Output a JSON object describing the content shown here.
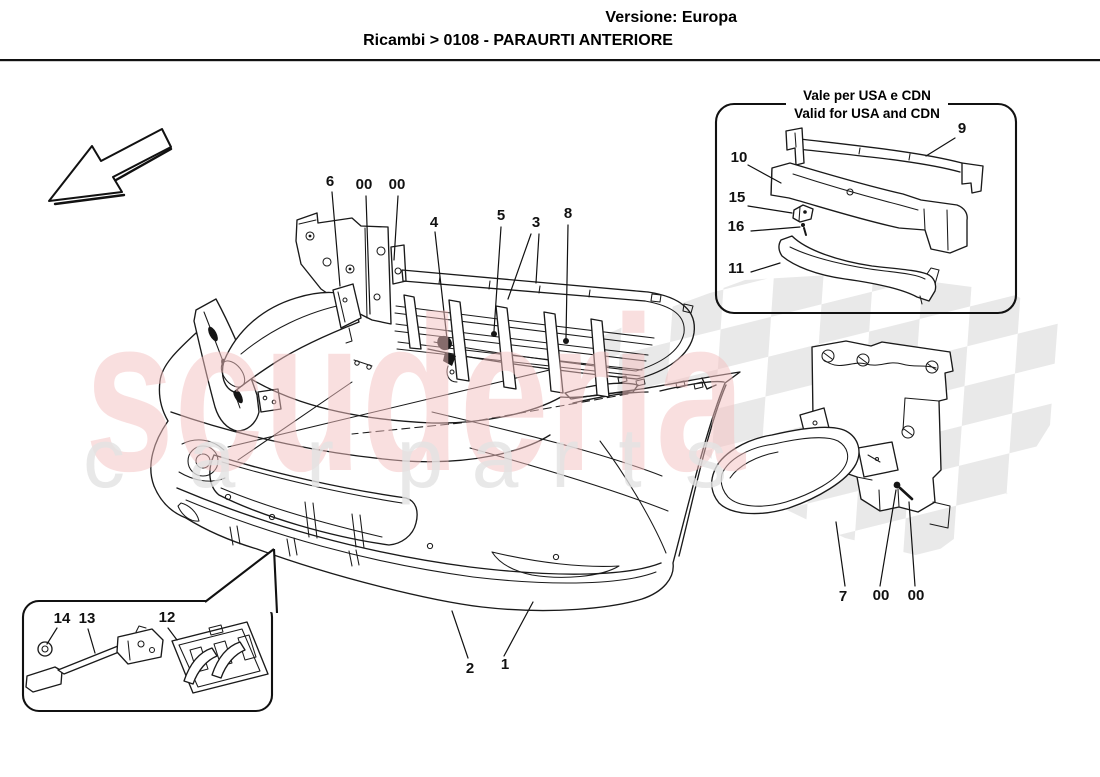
{
  "header": {
    "version": "Versione: Europa",
    "breadcrumb": "Ricambi > 0108 - PARAURTI ANTERIORE"
  },
  "inset_usa": {
    "title_it": "Vale per USA e CDN",
    "title_en": "Valid for USA and CDN"
  },
  "callouts": [
    "6",
    "00",
    "00",
    "4",
    "5",
    "3",
    "8",
    "9",
    "10",
    "15",
    "16",
    "11",
    "7",
    "00",
    "00",
    "14",
    "13",
    "12",
    "2",
    "1"
  ],
  "watermark": {
    "brand": "scuderia",
    "sub": [
      "c",
      "a",
      "r",
      "p",
      "a",
      "r",
      "t",
      "s"
    ],
    "brand_color": "#f5c1c1",
    "sub_color": "#e3e3e3",
    "flag_color": "#e9e9e9"
  }
}
